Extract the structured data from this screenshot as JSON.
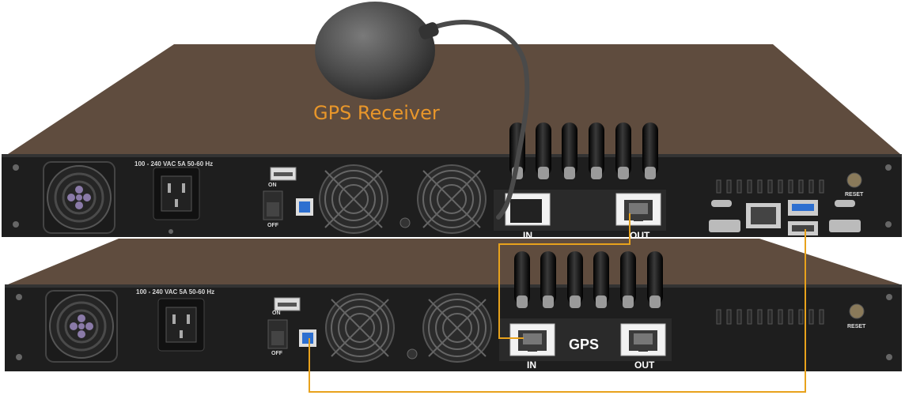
{
  "labels": {
    "gps_receiver": "GPS Receiver",
    "power_rating": "100 - 240  VAC  5A  50-60 Hz",
    "on": "ON",
    "off": "OFF",
    "in": "IN",
    "out": "OUT",
    "gps": "GPS",
    "reset": "RESET"
  },
  "colors": {
    "chassis_top": "#5f4c3e",
    "front_panel": "#1e1e1e",
    "cable_yellow": "#e8a21c",
    "gps_label": "#e8962a",
    "rj45_box": "#f2f2f2",
    "antenna": "#111111",
    "receiver": "#4a4a4a"
  },
  "icons": [
    "gps-receiver-icon",
    "fan-icon",
    "power-inlet-icon",
    "usb-a-icon",
    "usb-b-icon",
    "power-switch-icon",
    "rj45-port-icon",
    "antenna-icon",
    "hdmi-icon",
    "usb-c-icon",
    "reset-button-icon"
  ]
}
